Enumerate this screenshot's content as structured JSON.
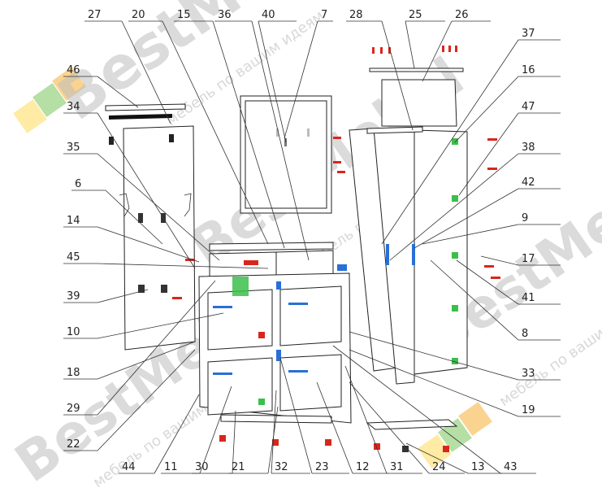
{
  "watermark": {
    "brand": "BestMebel",
    "tagline": "мебель по вашим идеям",
    "colors": {
      "green": "#6cc04a",
      "orange": "#f7a823",
      "yellow": "#ffd84a"
    }
  },
  "callouts": [
    "27",
    "20",
    "15",
    "36",
    "40",
    "7",
    "28",
    "25",
    "26",
    "37",
    "46",
    "16",
    "47",
    "34",
    "38",
    "35",
    "42",
    "6",
    "9",
    "14",
    "17",
    "45",
    "41",
    "39",
    "8",
    "10",
    "33",
    "18",
    "19",
    "29",
    "22",
    "44",
    "11",
    "30",
    "21",
    "32",
    "23",
    "12",
    "31",
    "24",
    "13",
    "43"
  ],
  "colors": {
    "hardware_red": "#d9261c",
    "hardware_blue": "#2a6fd6",
    "hardware_green": "#3bbf4a"
  }
}
